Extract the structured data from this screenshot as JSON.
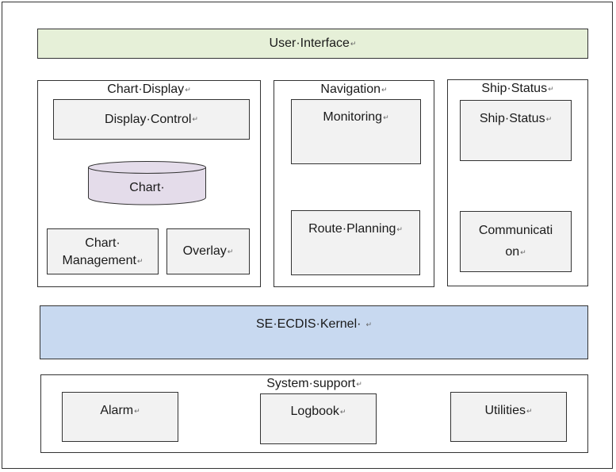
{
  "layers": {
    "user_interface": {
      "label": "User·Interface"
    },
    "kernel": {
      "label": "SE·ECDIS·Kernel·"
    }
  },
  "groups": {
    "chart_display": {
      "title": "Chart·Display",
      "display_control": "Display·Control",
      "chart": "Chart·",
      "chart_management_line1": "Chart·",
      "chart_management_line2": "Management",
      "overlay": "Overlay"
    },
    "navigation": {
      "title": "Navigation",
      "monitoring": "Monitoring",
      "route_planning": "Route·Planning"
    },
    "ship_status": {
      "title": "Ship·Status",
      "ship_status": "Ship·Status",
      "communication_line1": "Communicati",
      "communication_line2": "on"
    },
    "system_support": {
      "title": "System·support",
      "alarm": "Alarm",
      "logbook": "Logbook",
      "utilities": "Utilities"
    }
  },
  "paragraph_mark": "↵",
  "colors": {
    "user_interface_fill": "#e6f0d8",
    "kernel_fill": "#c8d9f0",
    "module_fill": "#f2f2f2",
    "chart_db_fill": "#e4dcea"
  }
}
